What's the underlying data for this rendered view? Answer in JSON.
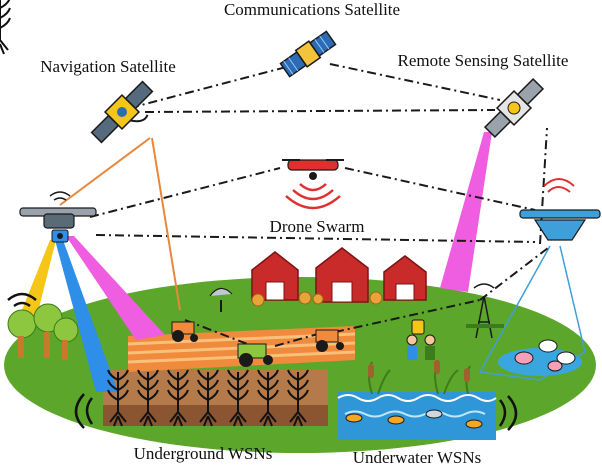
{
  "labels": {
    "communications_satellite": "Communications Satellite",
    "navigation_satellite": "Navigation Satellite",
    "remote_sensing_satellite": "Remote Sensing Satellite",
    "drone_swarm": "Drone Swarm",
    "underground_wsns": "Underground WSNs",
    "underwater_wsns": "Underwater WSNs"
  },
  "colors": {
    "ground": "#5da62c",
    "pond": "#3aa6e0",
    "barn": "#c92a2a",
    "field": "#f08a3c",
    "drone_signal": "#e02f2f",
    "beam_pink": "#ef5ee0",
    "beam_blue": "#2f8fe8",
    "beam_yellow": "#f5c518",
    "satellite_link": "#e8873a",
    "uav_blue": "#3f9fd8"
  },
  "icons": [
    "communications-satellite-icon",
    "navigation-satellite-icon",
    "remote-sensing-satellite-icon",
    "drone-swarm-icon",
    "camera-drone-icon",
    "sensing-drone-icon",
    "barn-icon",
    "tractor-icon",
    "tree-icon",
    "radio-tower-icon",
    "satellite-dish-icon",
    "farmer-icon",
    "livestock-icon",
    "fish-icon",
    "plant-roots-icon",
    "reed-icon"
  ]
}
